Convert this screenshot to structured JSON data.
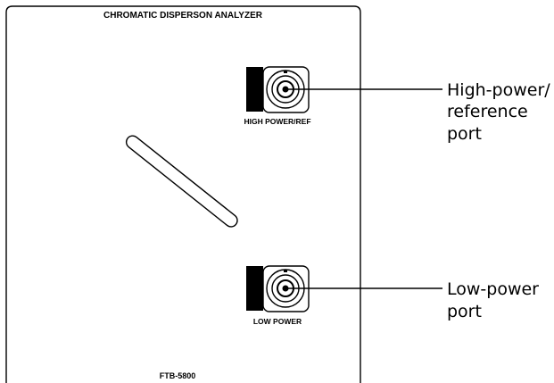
{
  "panel": {
    "title": "CHROMATIC DISPERSON ANALYZER",
    "model": "FTB-5800"
  },
  "ports": {
    "high": {
      "label": "HIGH POWER/REF"
    },
    "low": {
      "label": "LOW POWER"
    }
  },
  "callouts": {
    "high": {
      "line1": "High-power/",
      "line2": "reference",
      "line3": "port"
    },
    "low": {
      "line1": "Low-power",
      "line2": "port"
    }
  },
  "colors": {
    "stroke": "#000000",
    "background": "#ffffff"
  }
}
